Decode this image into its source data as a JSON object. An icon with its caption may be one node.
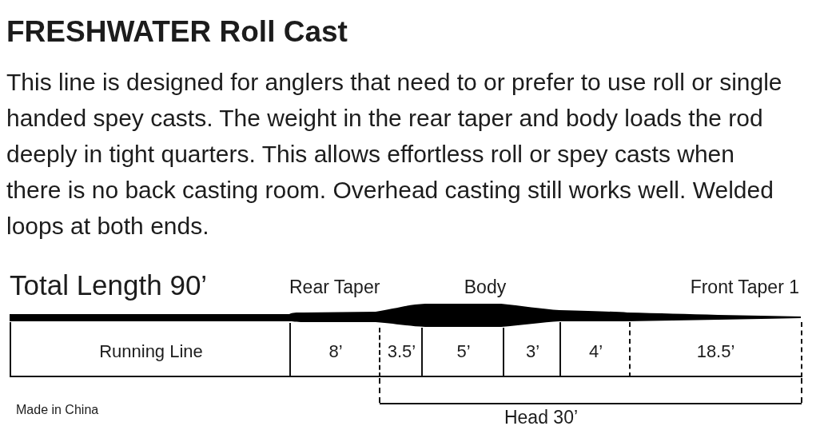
{
  "diagram": {
    "title": "FRESHWATER Roll Cast",
    "nodes": [
      {
        "text": [
          "Running Line"
        ]
      },
      {
        "text": [
          "8’"
        ]
      },
      {
        "text": [
          "3.5’"
        ]
      },
      {
        "text": [
          "5’"
        ]
      },
      {
        "text": [
          "3’"
        ]
      },
      {
        "text": [
          "4’"
        ]
      },
      {
        "text": [
          "18.5’"
        ]
      }
    ],
    "labels": [
      "This line is designed for anglers that need to or prefer to use roll or single handed spey casts. The weight in the rear taper and body loads the rod deeply in tight quarters. This allows effortless roll or spey casts when there is no back casting room. Overhead casting still works well. Welded loops at both ends.",
      "Total Length 90’",
      "Rear Taper",
      "Body",
      "Front Taper 1",
      "Made in China",
      "Head 30’"
    ]
  }
}
